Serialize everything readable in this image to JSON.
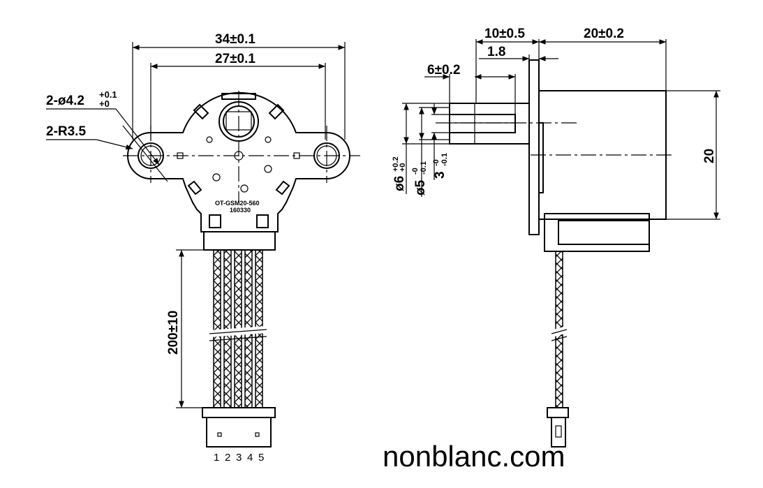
{
  "front_view": {
    "dim_overall_width": "34±0.1",
    "dim_hole_spacing": "27±0.1",
    "dim_hole_diameter_prefix": "2-ø4.2",
    "dim_hole_tol_upper": "+0.1",
    "dim_hole_tol_lower": "+0",
    "dim_radius": "2-R3.5",
    "part_number": "OT-GSM20-560",
    "date_code": "160330",
    "dim_lead_length": "200±10",
    "pin_labels": [
      "1",
      "2",
      "3",
      "4",
      "5"
    ]
  },
  "side_view": {
    "dim_shaft_length": "10±0.5",
    "dim_body_length": "20±0.2",
    "dim_flange_offset": "1.8",
    "dim_flat_length": "6±0.2",
    "dim_shaft_dia_prefix": "ø6",
    "dim_shaft_dia_tol_upper": "+0.2",
    "dim_shaft_dia_tol_lower": "+0",
    "dim_d_dia_prefix": "ø5",
    "dim_d_dia_tol_upper": "-0",
    "dim_d_dia_tol_lower": "-0.1",
    "dim_flat_prefix": "3",
    "dim_flat_tol_upper": "-0",
    "dim_flat_tol_lower": "-0.1",
    "dim_body_height": "20"
  },
  "watermark": "nonblanc.com"
}
